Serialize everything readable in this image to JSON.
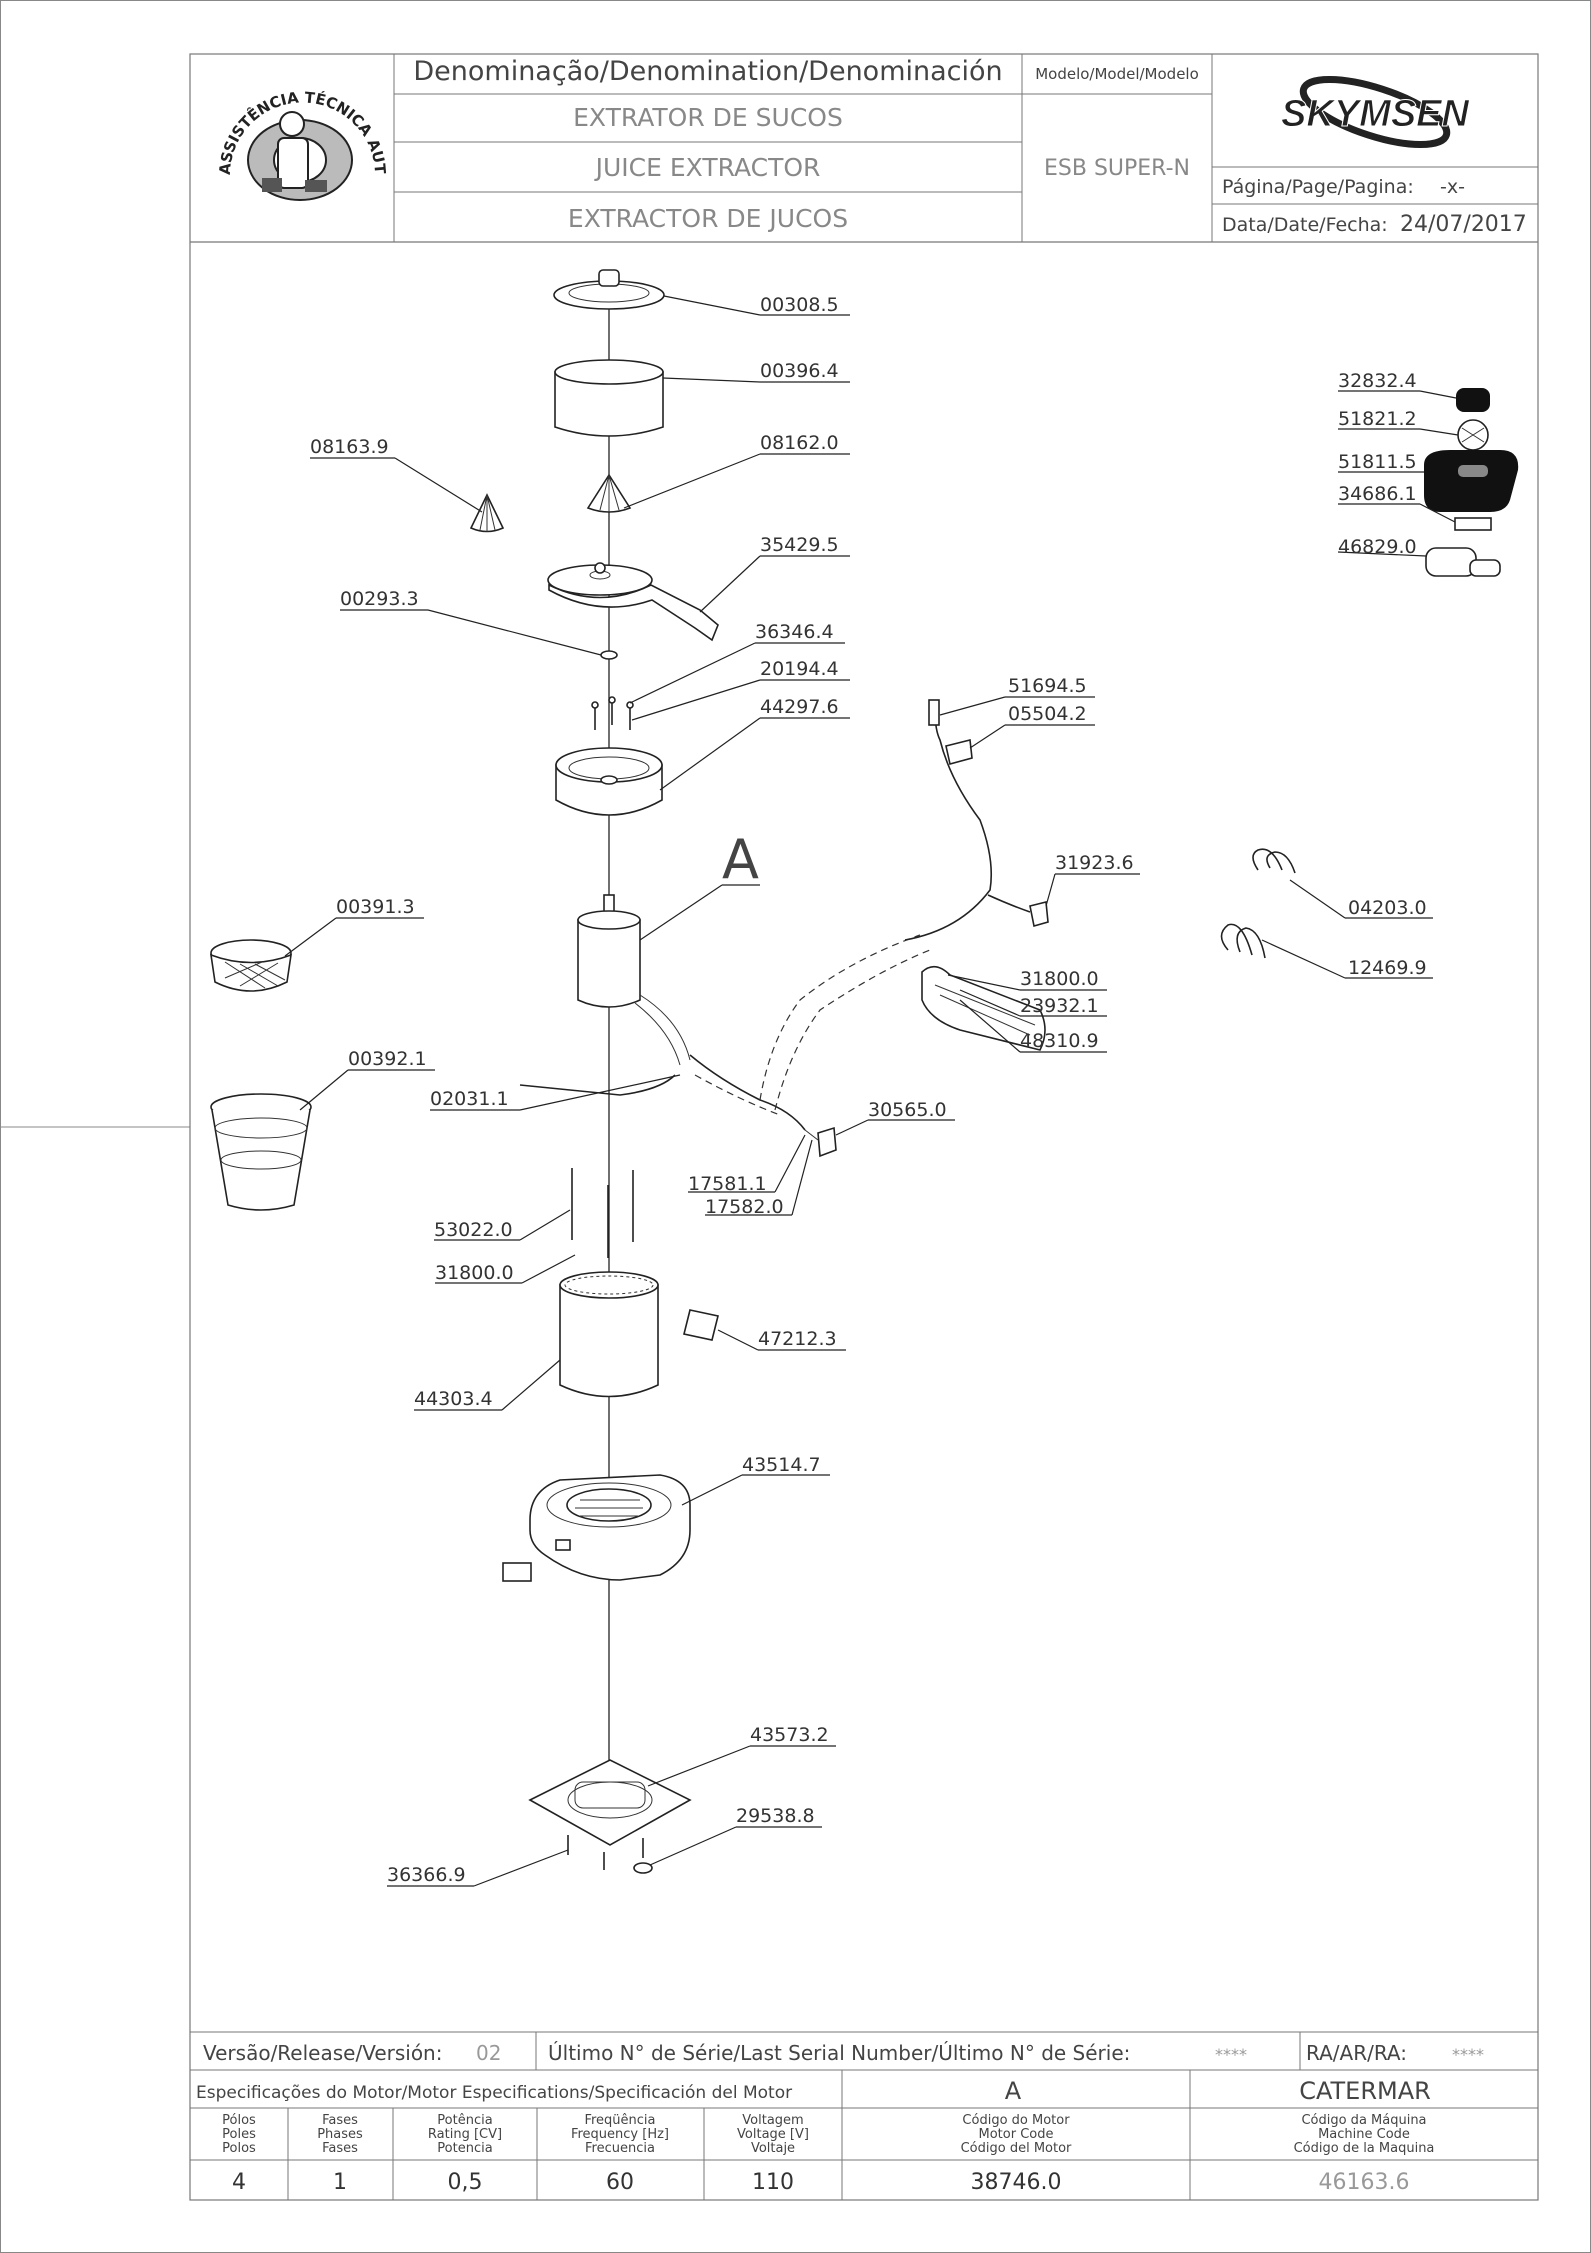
{
  "header": {
    "denomination_title": "Denominação/Denomination/Denominación",
    "name_pt": "EXTRATOR DE SUCOS",
    "name_en": "JUICE EXTRACTOR",
    "name_es": "EXTRACTOR DE JUCOS",
    "model_title": "Modelo/Model/Modelo",
    "model_value": "ESB SUPER-N",
    "brand": "SKYMSEN",
    "page_label": "Página/Page/Pagina:",
    "page_value": "-x-",
    "date_label": "Data/Date/Fecha:",
    "date_value": "24/07/2017",
    "seal_text": "ASSISTÊNCIA TÉCNICA AUTORIZADA"
  },
  "parts": [
    "00308.5",
    "00396.4",
    "08163.9",
    "08162.0",
    "35429.5",
    "00293.3",
    "36346.4",
    "20194.4",
    "44297.6",
    "A",
    "00391.3",
    "00392.1",
    "02031.1",
    "51694.5",
    "05504.2",
    "31923.6",
    "31800.0",
    "23932.1",
    "48310.9",
    "30565.0",
    "17581.1",
    "17582.0",
    "53022.0",
    "31800.0",
    "47212.3",
    "44303.4",
    "43514.7",
    "43573.2",
    "29538.8",
    "36366.9",
    "32832.4",
    "51821.2",
    "51811.5",
    "34686.1",
    "46829.0",
    "04203.0",
    "12469.9"
  ],
  "footer": {
    "version_label": "Versão/Release/Versión:",
    "version_value": "02",
    "serial_label": "Último N° de Série/Last Serial Number/Último N° de Série:",
    "serial_value": "****",
    "ra_label": "RA/AR/RA:",
    "ra_value": "****",
    "motor_spec_title": "Especificações do Motor/Motor Especifications/Specificación del Motor",
    "motor_letter": "A",
    "maker": "CATERMAR",
    "columns": [
      {
        "l1": "Pólos",
        "l2": "Poles",
        "l3": "Polos",
        "value": "4"
      },
      {
        "l1": "Fases",
        "l2": "Phases",
        "l3": "Fases",
        "value": "1"
      },
      {
        "l1": "Potência",
        "l2": "Rating [CV]",
        "l3": "Potencia",
        "value": "0,5"
      },
      {
        "l1": "Freqüência",
        "l2": "Frequency [Hz]",
        "l3": "Frecuencia",
        "value": "60"
      },
      {
        "l1": "Voltagem",
        "l2": "Voltage [V]",
        "l3": "Voltaje",
        "value": "110"
      },
      {
        "l1": "Código do Motor",
        "l2": "Motor Code",
        "l3": "Código del Motor",
        "value": "38746.0"
      },
      {
        "l1": "Código da Máquina",
        "l2": "Machine Code",
        "l3": "Código de la Maquina",
        "value": "46163.6"
      }
    ]
  }
}
